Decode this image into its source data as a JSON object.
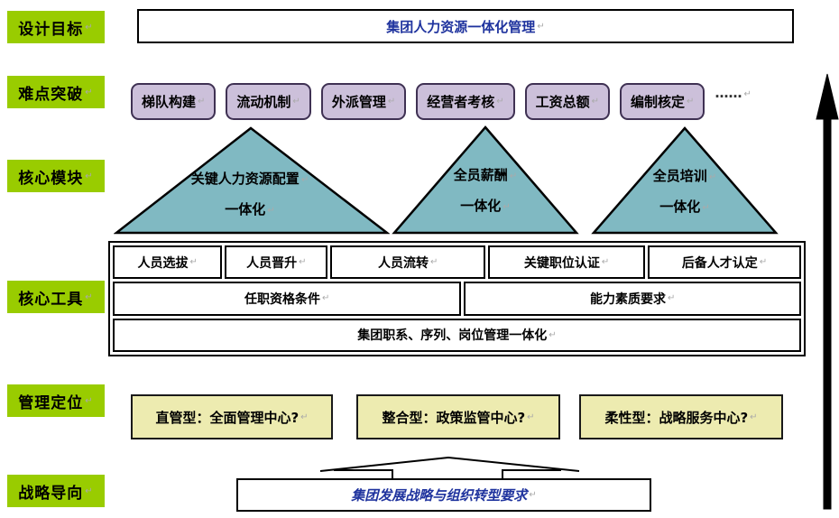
{
  "marks": {
    "pilcrow": "↵"
  },
  "sidebar": {
    "labels": [
      {
        "text": "设计目标"
      },
      {
        "text": "难点突破"
      },
      {
        "text": "核心模块"
      },
      {
        "text": "核心工具"
      },
      {
        "text": "管理定位"
      },
      {
        "text": "战略导向"
      }
    ]
  },
  "goal": {
    "text": "集团人力资源一体化管理"
  },
  "difficulties": {
    "items": [
      {
        "label": "梯队构建"
      },
      {
        "label": "流动机制"
      },
      {
        "label": "外派管理"
      },
      {
        "label": "经营者考核"
      },
      {
        "label": "工资总额"
      },
      {
        "label": "编制核定"
      }
    ],
    "more": "……"
  },
  "modules": [
    {
      "line1": "关键人力资源配置",
      "line2": "一体化"
    },
    {
      "line1": "全员薪酬",
      "line2": "一体化"
    },
    {
      "line1": "全员培训",
      "line2": "一体化"
    }
  ],
  "tools": {
    "row1": [
      {
        "label": "人员选拔"
      },
      {
        "label": "人员晋升"
      },
      {
        "label": "人员流转"
      },
      {
        "label": "关键职位认证"
      },
      {
        "label": "后备人才认定"
      }
    ],
    "row2": [
      {
        "label": "任职资格条件"
      },
      {
        "label": "能力素质要求"
      }
    ],
    "row3": {
      "label": "集团职系、序列、岗位管理一体化"
    }
  },
  "positioning": [
    {
      "label": "直管型：全面管理中心?"
    },
    {
      "label": "整合型：政策监管中心?"
    },
    {
      "label": "柔性型：战略服务中心?"
    }
  ],
  "strategy": {
    "text": "集团发展战略与组织转型要求"
  },
  "colors": {
    "green": "#99cc00",
    "purple": "#ccc0da",
    "purpleborder": "#3f3153",
    "teal": "#80b9c2",
    "yellow": "#edebb0",
    "blue": "#1f339e",
    "black": "#000000"
  }
}
